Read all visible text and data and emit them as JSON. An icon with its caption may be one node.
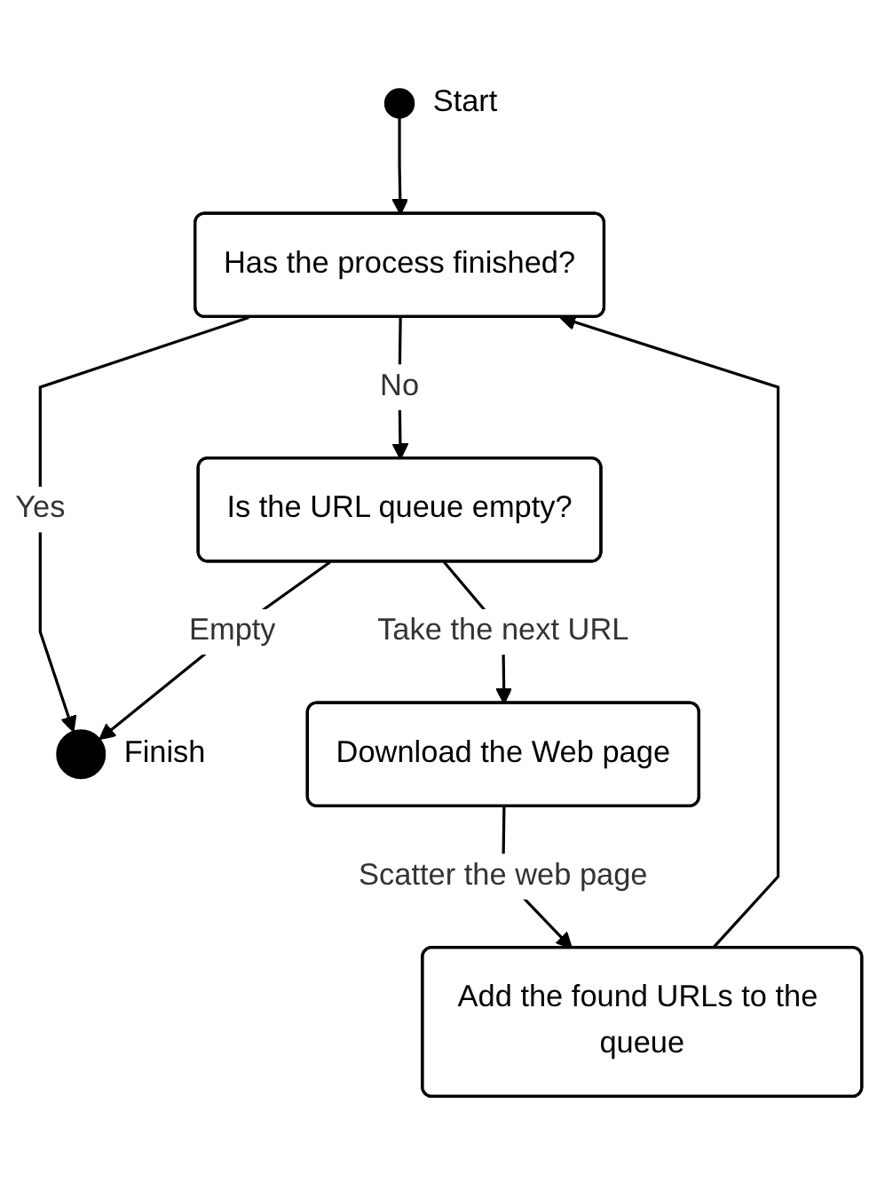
{
  "diagram": {
    "nodes": [
      {
        "text": [],
        "shape": "circle",
        "beside": [
          "Start"
        ]
      },
      {
        "text": [
          "Has the process finished?"
        ]
      },
      {
        "text": [],
        "shape": "circle",
        "beside": [
          "Finish"
        ]
      },
      {
        "text": [
          "Is the URL queue empty?"
        ]
      },
      {
        "text": [
          "Download the Web page"
        ]
      },
      {
        "text": [
          "Add the found URLs to the queue"
        ]
      }
    ],
    "edges": [
      {
        "from": 0,
        "to": 1,
        "arrow": "to"
      },
      {
        "from": 1,
        "to": 2,
        "label": "Yes",
        "arrow": "to"
      },
      {
        "from": 1,
        "to": 3,
        "label": "No",
        "arrow": "to"
      },
      {
        "from": 3,
        "to": 2,
        "label": "Empty",
        "arrow": "to"
      },
      {
        "from": 3,
        "to": 4,
        "label": "Take the next URL",
        "arrow": "to"
      },
      {
        "from": 4,
        "to": 5,
        "label": "Scatter the web page",
        "arrow": "to"
      },
      {
        "from": 5,
        "to": 1,
        "arrow": "to"
      }
    ]
  }
}
